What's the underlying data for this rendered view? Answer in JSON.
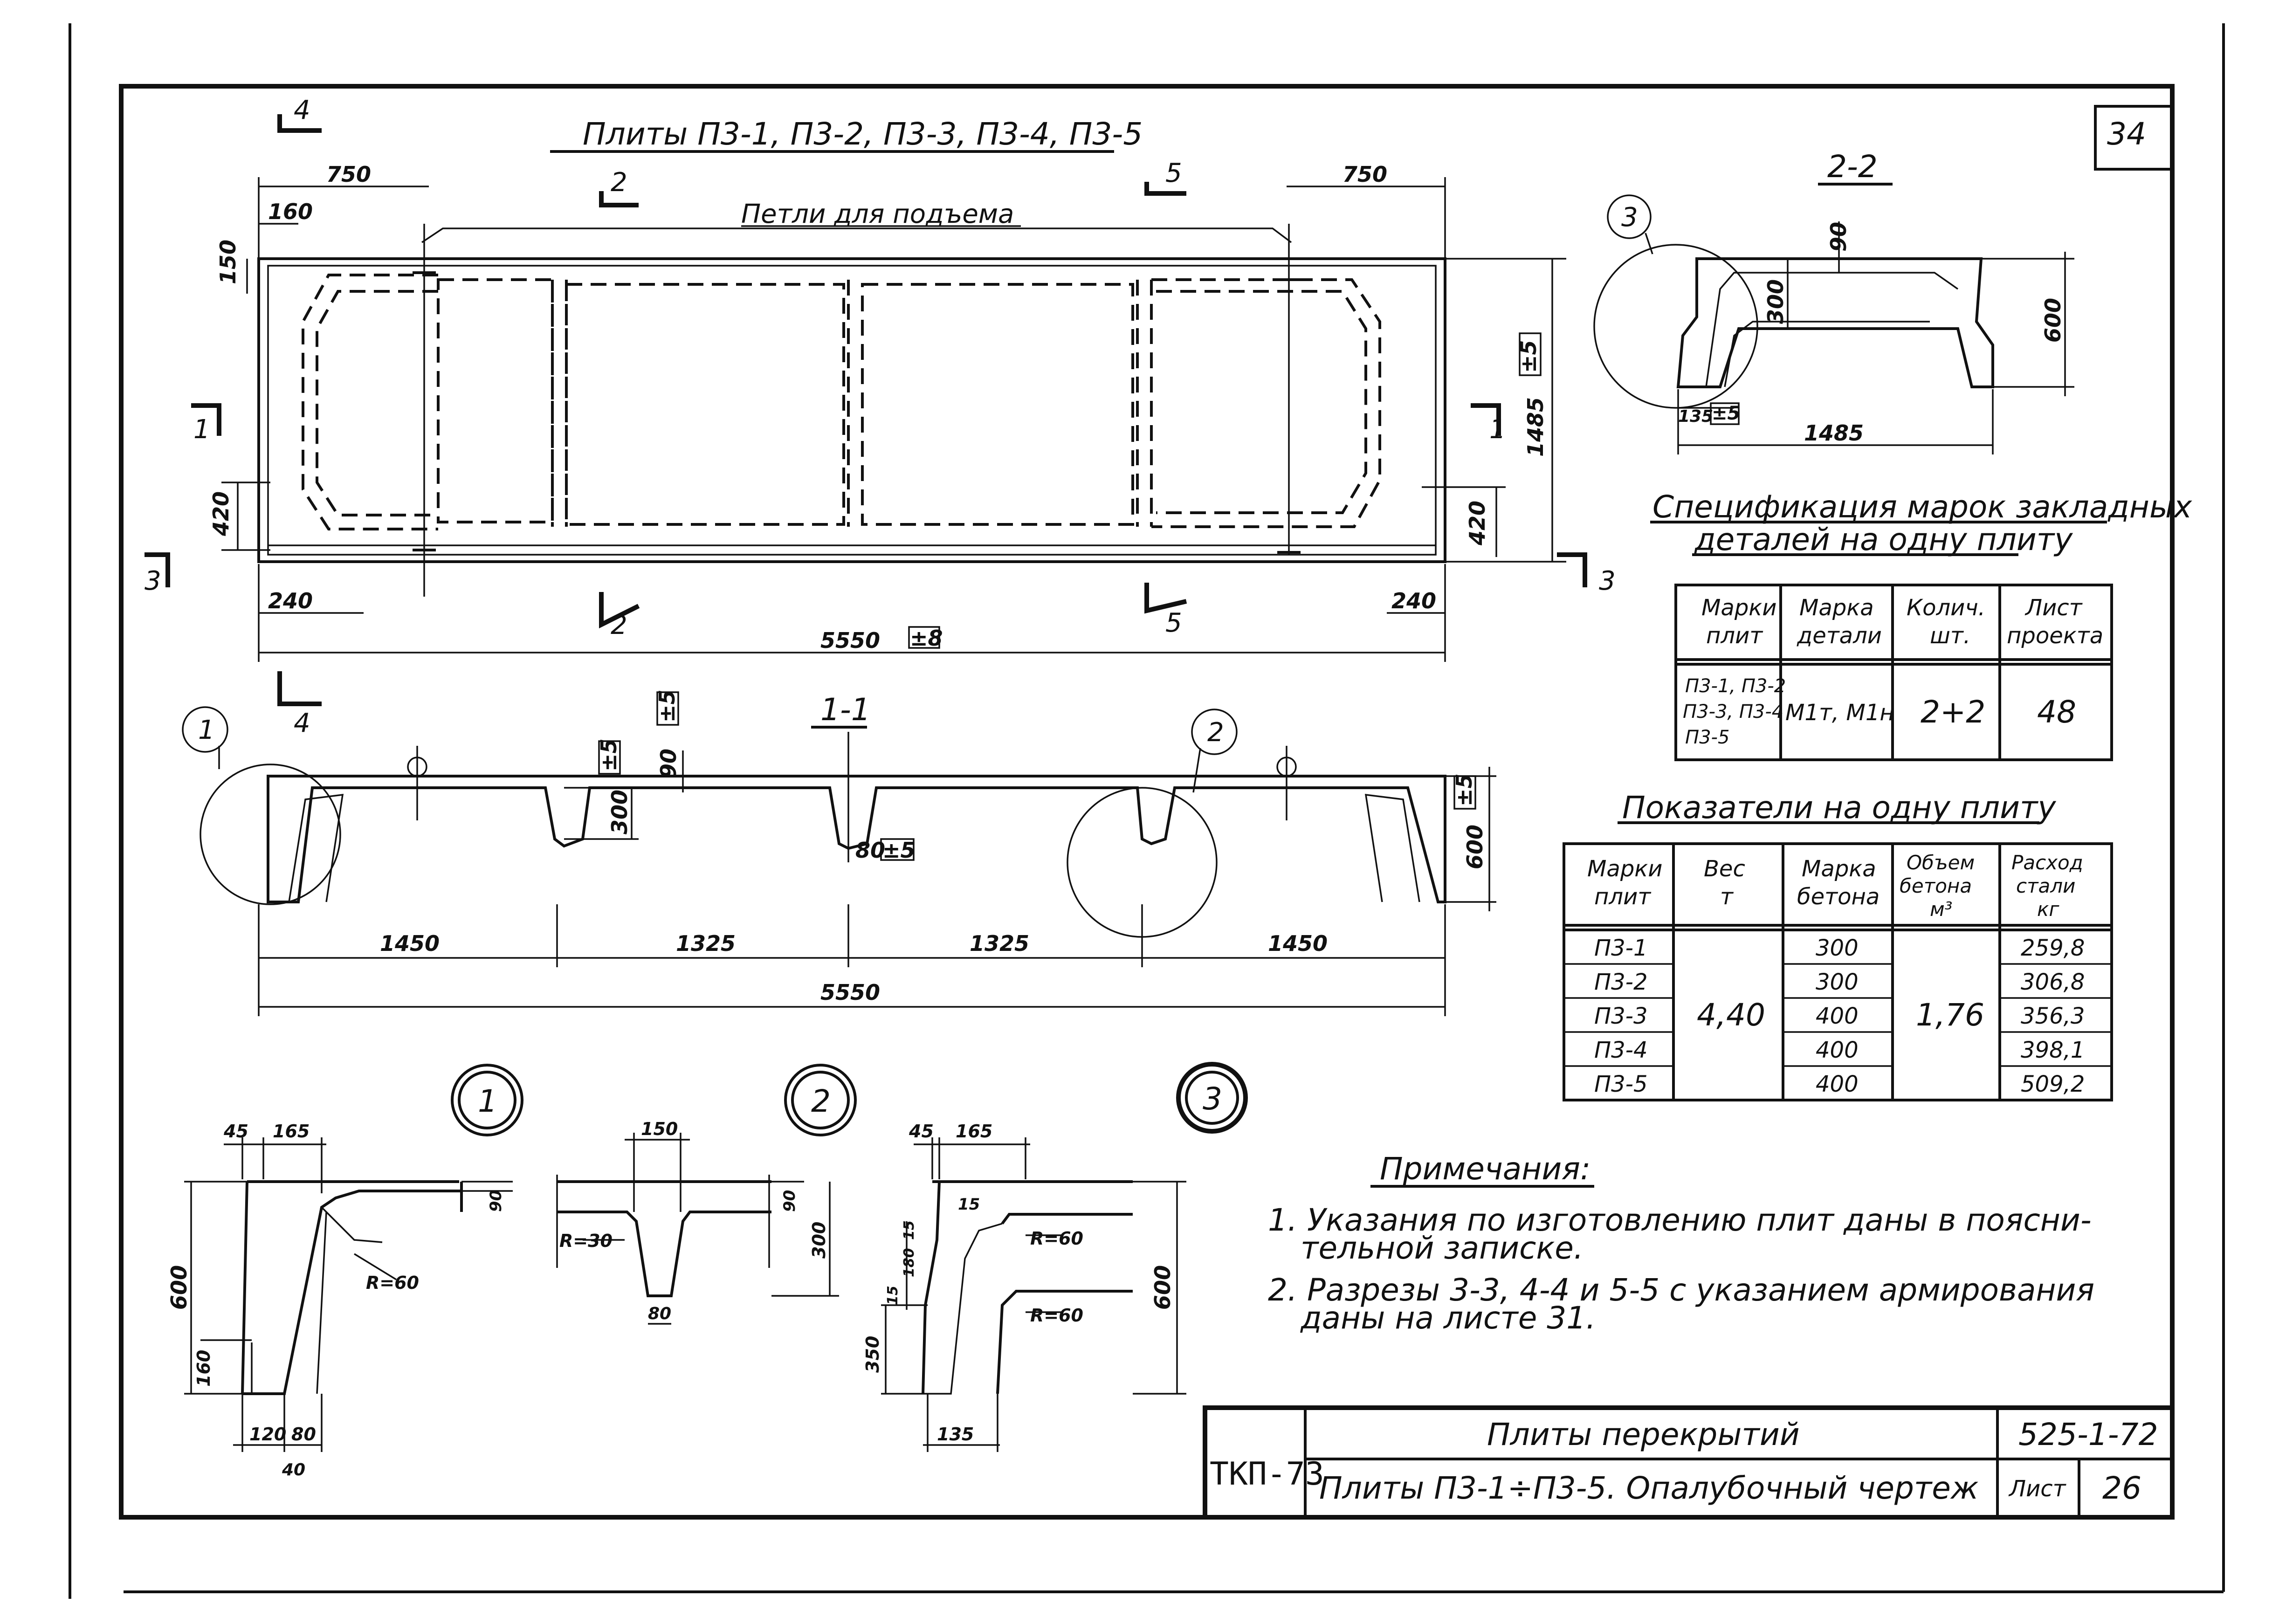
{
  "sheet": {
    "corner_number": "34",
    "title": "Плиты П3-1, П3-2, П3-3, П3-4, П3-5",
    "lifting_loops_label": "Петли для подъема"
  },
  "plan": {
    "dims": {
      "d750_left": "750",
      "d160": "160",
      "d150": "150",
      "d420_left": "420",
      "d240_left": "240",
      "d5550": "5550",
      "tol_8": "±8",
      "d750_right": "750",
      "d1485": "1485",
      "tol_5": "±5",
      "d420_right": "420",
      "d240_right": "240"
    },
    "cuts": {
      "c1": "1",
      "c2": "2",
      "c3": "3",
      "c4": "4",
      "c5": "5"
    }
  },
  "section_1_1": {
    "title": "1-1",
    "dims": {
      "d1450_left": "1450",
      "d1325_a": "1325",
      "d1325_b": "1325",
      "d1450_right": "1450",
      "d5550": "5550",
      "d300": "300",
      "d90": "90",
      "d80": "80",
      "d600": "600",
      "tol_5a": "±5",
      "tol_5b": "±5",
      "tol_5c": "±5",
      "tol_5d": "±5"
    },
    "callouts": {
      "c1": "1",
      "c2": "2"
    }
  },
  "section_2_2": {
    "title": "2-2",
    "callout": "3",
    "dims": {
      "d90": "90",
      "d300": "300",
      "d600": "600",
      "d135": "135",
      "tol_5": "±5",
      "d1485": "1485"
    }
  },
  "spec_table": {
    "title_line1": "Спецификация марок закладных",
    "title_line2": "деталей на одну плиту",
    "headers": [
      "Марки плит",
      "Марка детали",
      "Колич. шт.",
      "Лист проекта"
    ],
    "row": {
      "plates": [
        "П3-1, П3-2",
        "П3-3, П3-4",
        "П3-5"
      ],
      "detail": "М1т, М1н",
      "qty": "2+2",
      "sheet": "48"
    }
  },
  "indicators_table": {
    "title": "Показатели на одну плиту",
    "headers": [
      [
        "Марки",
        "плит"
      ],
      [
        "Вес",
        "т"
      ],
      [
        "Марка",
        "бетона"
      ],
      [
        "Объем",
        "бетона",
        "м³"
      ],
      [
        "Расход",
        "стали",
        "кг"
      ]
    ],
    "marks": [
      "П3-1",
      "П3-2",
      "П3-3",
      "П3-4",
      "П3-5"
    ],
    "weight": "4,40",
    "concrete_grade": [
      "300",
      "300",
      "400",
      "400",
      "400"
    ],
    "volume": "1,76",
    "steel": [
      "259,8",
      "306,8",
      "356,3",
      "398,1",
      "509,2"
    ]
  },
  "details": {
    "d1": {
      "label": "1",
      "dims": {
        "a45": "45",
        "a165": "165",
        "a90": "90",
        "a600": "600",
        "r60": "R=60",
        "a160": "160",
        "a120": "120",
        "a80": "80",
        "a40": "40"
      }
    },
    "d2": {
      "label": "2",
      "dims": {
        "a150": "150",
        "r30": "R=30",
        "a90": "90",
        "a300": "300",
        "a80": "80"
      }
    },
    "d3": {
      "label": "3",
      "dims": {
        "a45": "45",
        "a165": "165",
        "a15a": "15",
        "a15b": "15",
        "a180": "180",
        "a15c": "15",
        "r60a": "R=60",
        "r60b": "R=60",
        "a600": "600",
        "a350": "350",
        "a135": "135"
      }
    }
  },
  "notes": {
    "title": "Примечания:",
    "n1_line1": "1. Указания по изготовлению плит даны в поясни-",
    "n1_line2": "тельной записке.",
    "n2_line1": "2. Разрезы 3-3, 4-4 и 5-5 с указанием армирования",
    "n2_line2": "даны на листе 31."
  },
  "title_block": {
    "org": "ТКП-73",
    "title1": "Плиты перекрытий",
    "title2": "Плиты П3-1÷П3-5. Опалубочный чертеж",
    "code": "525-1-72",
    "sheet_label": "Лист",
    "sheet_no": "26"
  }
}
